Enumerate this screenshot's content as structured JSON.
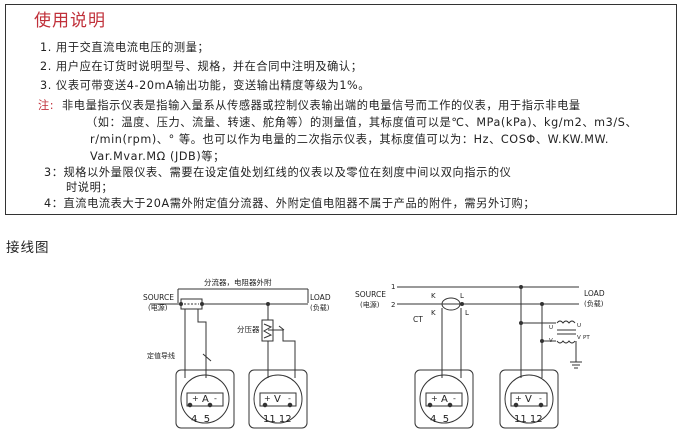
{
  "doc": {
    "title": "使用说明",
    "items": [
      "1. 用于交直流电流电压的测量；",
      "2. 用户应在订货时说明型号、规格，并在合同中注明及确认；",
      "3. 仪表可带变送4-20mA输出功能，变送输出精度等级为1%。"
    ],
    "note_label": "注:",
    "note_lines": [
      "非电量指示仪表是指输入量系从传感器或控制仪表输出端的电量信号而工作的仪表，用于指示非电量",
      "（如：温度、压力、流量、转速、舵角等）的测量值，其标度值可以是℃、MPa(kPa)、kg/m2、m3/S、",
      "r/min(rpm)、° 等。也可以作为电量的二次指示仪表，其标度值可以为：Hz、COSΦ、W.KW.MW.",
      "Var.Mvar.MΩ (JDB)等；"
    ],
    "item3_lines": [
      "3：规格以外量限仪表、需要在设定值处划红线的仪表以及零位在刻度中间以双向指示的仪",
      "时说明；"
    ],
    "item4": "4：直流电流表大于20A需外附定值分流器、外附定值电阻器不属于产品的附件，需另外订购；"
  },
  "section_title": "接线图",
  "diagram_left": {
    "top_label": "分流器，电阻器外附",
    "source_label": "SOURCE",
    "source_sub": "(电源)",
    "load_label": "LOAD",
    "load_sub": "(负载)",
    "divider_label": "分压器",
    "lead_label": "定值导线",
    "ammeter": {
      "symbol": "A",
      "plus": "+",
      "minus": "-",
      "terminals": "4  5"
    },
    "voltmeter": {
      "symbol": "V",
      "plus": "+",
      "minus": "-",
      "terminals": "11 12"
    }
  },
  "diagram_right": {
    "line1": "1",
    "line2": "2",
    "source_label": "SOURCE",
    "source_sub": "(电源)",
    "load_label": "LOAD",
    "load_sub": "(负载)",
    "ct_label": "CT",
    "k": "K",
    "l": "L",
    "pt_label": "PT",
    "u": "U",
    "v": "V",
    "ammeter": {
      "symbol": "A",
      "plus": "+",
      "minus": "-",
      "terminals": "4  5"
    },
    "voltmeter": {
      "symbol": "V",
      "plus": "+",
      "minus": "-",
      "terminals": "11 12"
    }
  }
}
